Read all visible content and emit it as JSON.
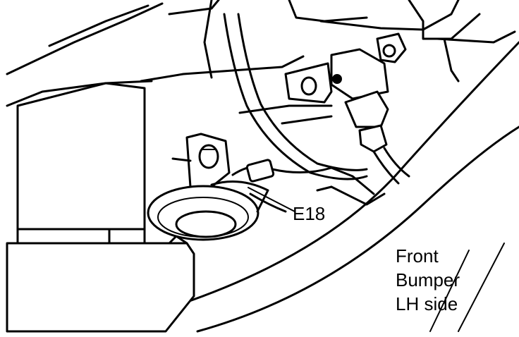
{
  "callouts": {
    "connector": "E18"
  },
  "caption": {
    "line1": "Front",
    "line2": "Bumper",
    "line3": "LH side"
  }
}
